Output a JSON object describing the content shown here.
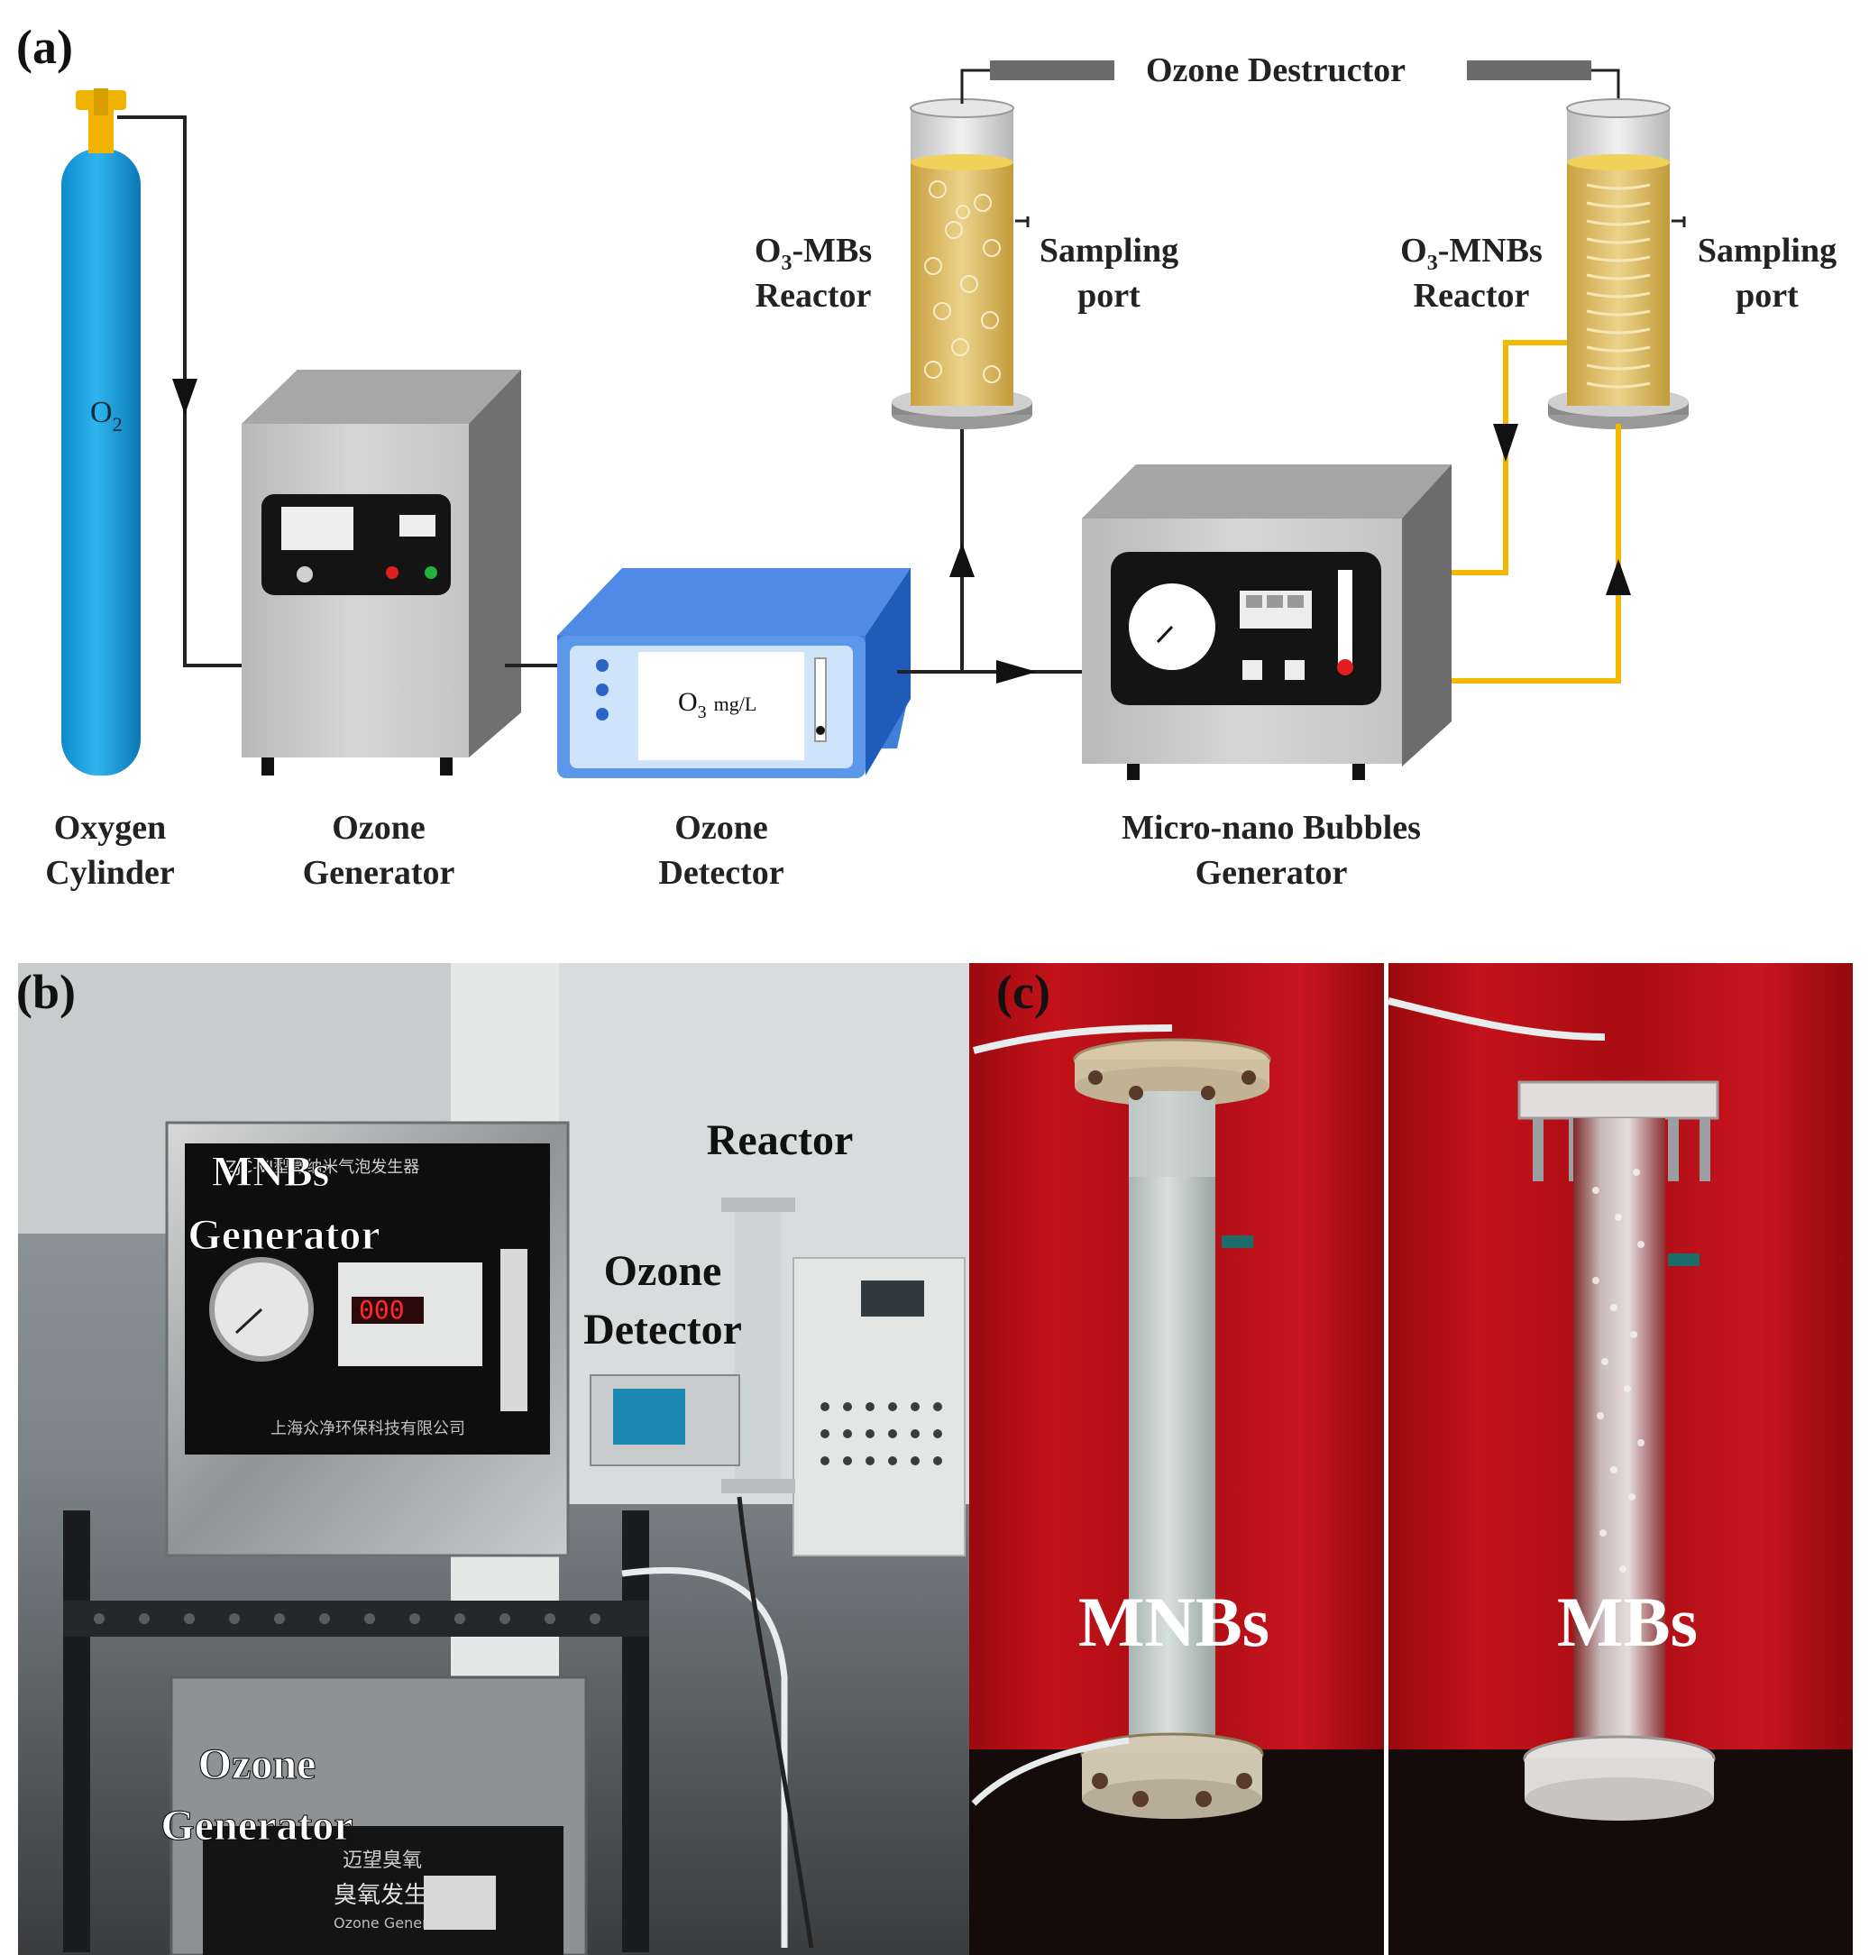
{
  "panels": {
    "a": "(a)",
    "b": "(b)",
    "c": "(c)"
  },
  "diagram": {
    "oxygen_cylinder": {
      "gas": "O",
      "gas_sub": "2",
      "label_line1": "Oxygen",
      "label_line2": "Cylinder"
    },
    "ozone_generator": {
      "label_line1": "Ozone",
      "label_line2": "Generator"
    },
    "ozone_detector": {
      "label_line1": "Ozone",
      "label_line2": "Detector",
      "screen_main": "O",
      "screen_sub": "3",
      "screen_unit": "mg/L"
    },
    "mnb_generator": {
      "label_line1": "Micro-nano Bubbles",
      "label_line2": "Generator"
    },
    "ozone_destructor": "Ozone Destructor",
    "mbs_reactor": {
      "line1_main": "O",
      "line1_sub": "3",
      "line1_rest": "-MBs",
      "line2": "Reactor"
    },
    "mnbs_reactor": {
      "line1_main": "O",
      "line1_sub": "3",
      "line1_rest": "-MNBs",
      "line2": "Reactor"
    },
    "sampling_port_left": {
      "line1": "Sampling",
      "line2": "port"
    },
    "sampling_port_right": {
      "line1": "Sampling",
      "line2": "port"
    }
  },
  "photo_b": {
    "mnbs_generator_line1": "MNBs",
    "mnbs_generator_line2": "Generator",
    "reactor": "Reactor",
    "ozone_detector_line1": "Ozone",
    "ozone_detector_line2": "Detector",
    "ozone_generator_line1": "Ozone",
    "ozone_generator_line2": "Generator",
    "display_readout": "000",
    "device_panel_text": "ZJC-VI型微纳米气泡发生器",
    "company_text": "上海众净环保科技有限公司",
    "ozone_panel_text": "迈望臭氧",
    "ozone_panel_text2": "臭氧发生器",
    "ozone_panel_text3": "Ozone Generator"
  },
  "photo_c": {
    "left_column": "MNBs",
    "right_column": "MBs"
  },
  "colors": {
    "cylinder": "#1aa0e0",
    "valve": "#f0b400",
    "liquid": "#e0c060",
    "tube_yellow": "#f2b800",
    "detector": "#3a7bd5",
    "red_bg": "#b80d12"
  }
}
